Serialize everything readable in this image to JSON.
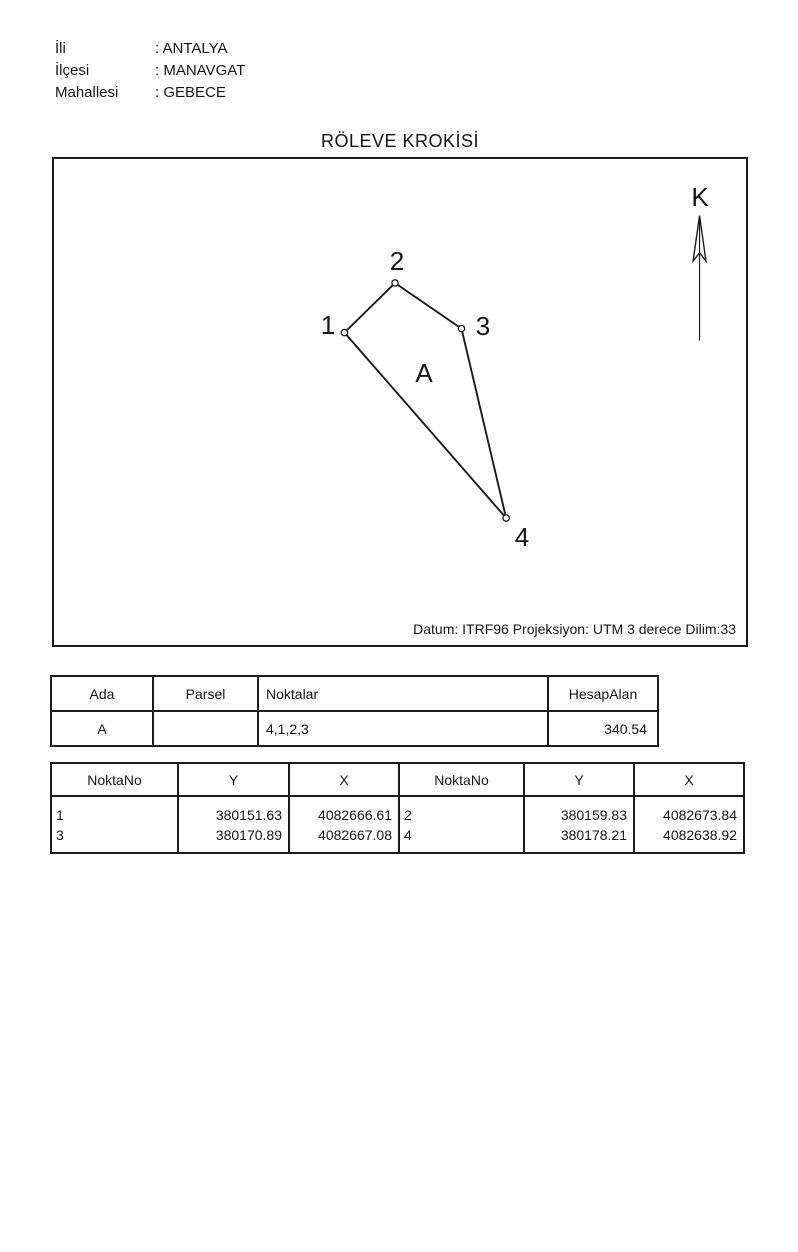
{
  "header": {
    "fields": [
      {
        "label": "İli",
        "value": ": ANTALYA"
      },
      {
        "label": "İlçesi",
        "value": ": MANAVGAT"
      },
      {
        "label": "Mahallesi",
        "value": ": GEBECE"
      }
    ]
  },
  "title": "RÖLEVE KROKİSİ",
  "sketch": {
    "north_label": "K",
    "area_label": "A",
    "point_labels": {
      "p1": "1",
      "p2": "2",
      "p3": "3",
      "p4": "4"
    },
    "datum_note": "Datum: ITRF96 Projeksiyon: UTM 3 derece Dilim:33"
  },
  "parcel_table": {
    "headers": [
      "Ada",
      "Parsel",
      "Noktalar",
      "HesapAlan"
    ],
    "rows": [
      {
        "ada": "A",
        "parsel": "",
        "noktalar": "4,1,2,3",
        "hesap_alan": "340.54"
      }
    ]
  },
  "coordinates_table": {
    "headers": [
      "NoktaNo",
      "Y",
      "X",
      "NoktaNo",
      "Y",
      "X"
    ],
    "rows": [
      {
        "no_left": "1",
        "y_left": "380151.63",
        "x_left": "4082666.61",
        "no_right": "2",
        "y_right": "380159.83",
        "x_right": "4082673.84"
      },
      {
        "no_left": "3",
        "y_left": "380170.89",
        "x_left": "4082667.08",
        "no_right": "4",
        "y_right": "380178.21",
        "x_right": "4082638.92"
      }
    ]
  },
  "colors": {
    "ink": "#161616",
    "line": "#1c1c1c",
    "paper": "#ffffff"
  }
}
